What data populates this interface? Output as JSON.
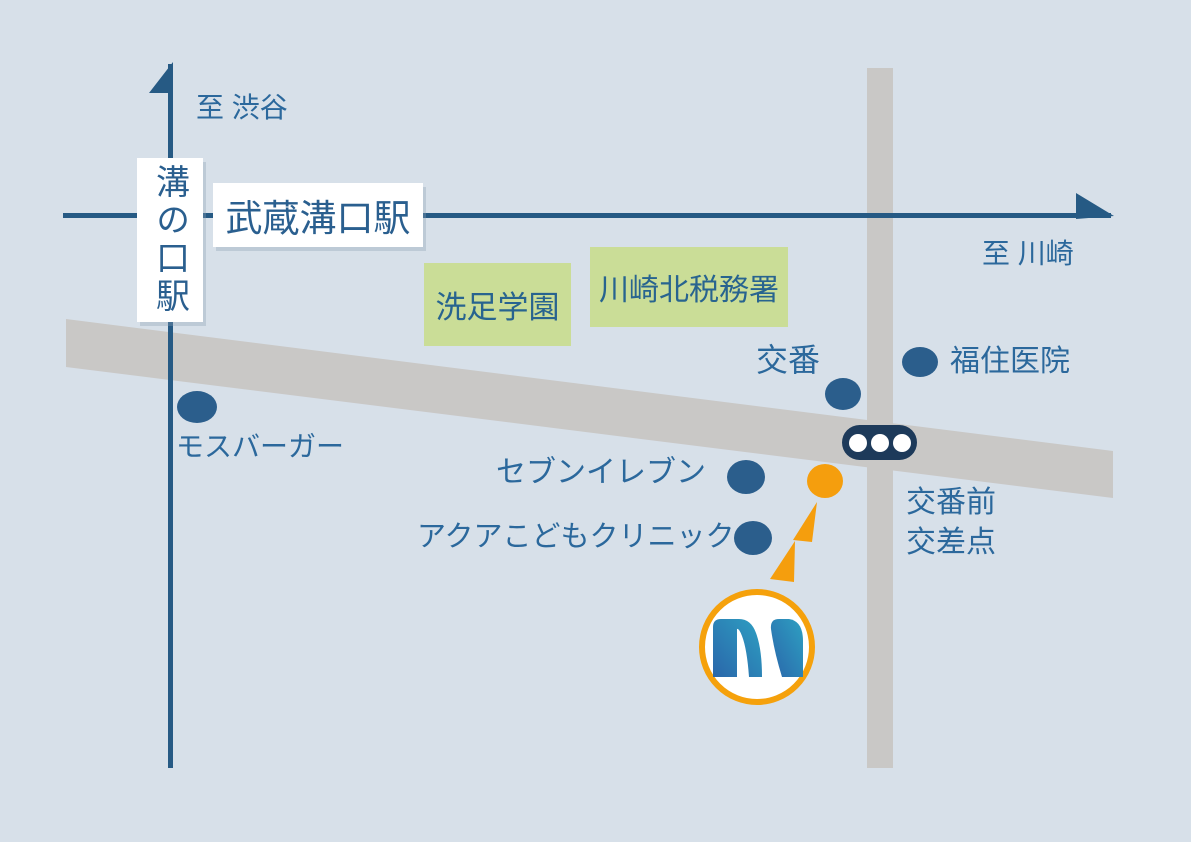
{
  "map": {
    "name": "access-map-mizonokuchi"
  },
  "directions": {
    "shibuya": "至 渋谷",
    "kawasaki": "至 川崎"
  },
  "stations": {
    "mizonokuchi": "溝の口駅",
    "musashi_mizonokuchi": "武蔵溝口駅"
  },
  "buildings": {
    "senzoku_gakuen": "洗足学園",
    "tax_office": "川崎北税務署"
  },
  "landmarks": {
    "koban": "交番",
    "fukuzumi_clinic": "福住医院",
    "mos_burger": "モスバーガー",
    "seven_eleven": "セブンイレブン",
    "aqua_clinic": "アクアこどもクリニック"
  },
  "intersection": {
    "name_line1": "交番前",
    "name_line2": "交差点"
  },
  "icons": {
    "traffic_light": "traffic-light-icon",
    "rail_arrow_up": "arrow-up-icon",
    "rail_arrow_right": "arrow-right-icon",
    "destination_arrow": "dashed-arrow-up-icon",
    "destination_logo": "m-logo-icon"
  },
  "colors": {
    "background": "#d7e0e9",
    "road": "#c9c8c6",
    "railway": "#265a84",
    "landmark_dot": "#2b5e8c",
    "label_text": "#2b689c",
    "building_box": "#cadd97",
    "accent_orange": "#f59e0d",
    "signal_body": "#1d3a5a",
    "logo_blue_dark": "#2a66aa",
    "logo_blue_teal": "#2ea0c2"
  }
}
